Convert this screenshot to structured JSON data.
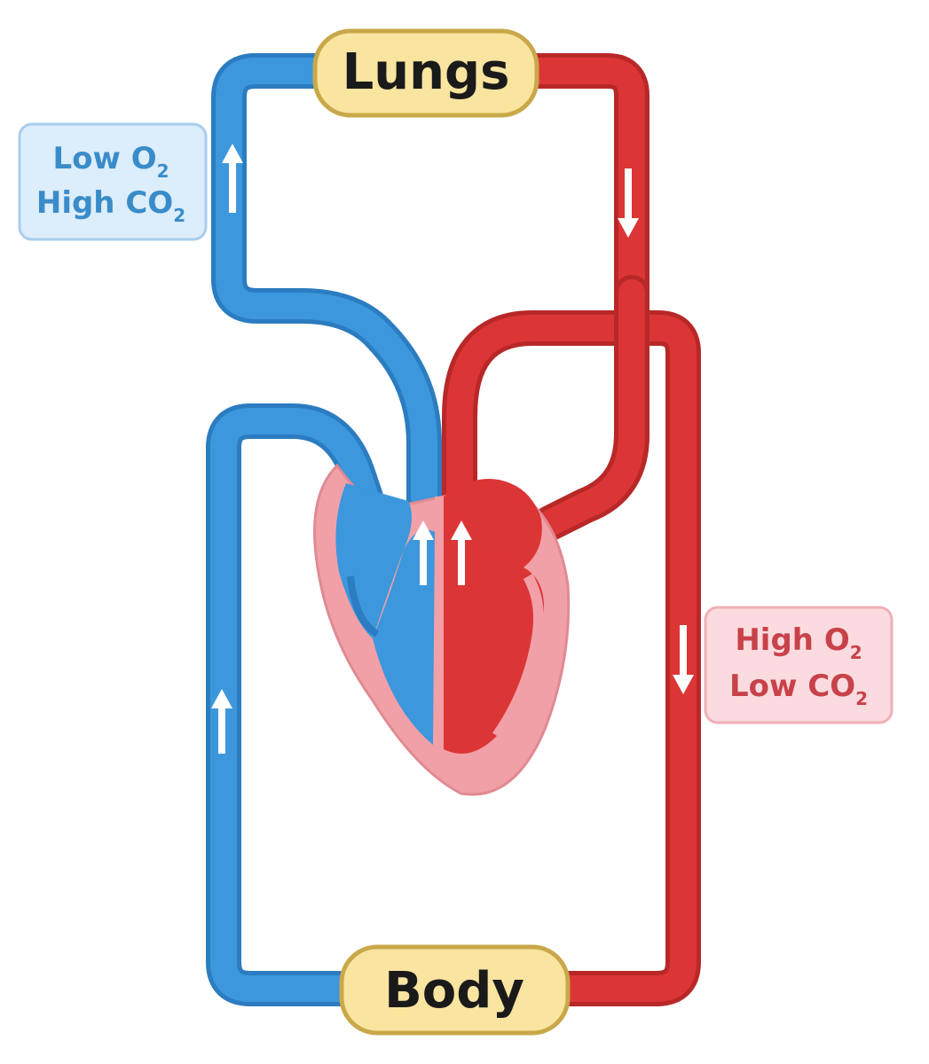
{
  "labels": {
    "lungs": "Lungs",
    "body": "Body"
  },
  "deoxygenated_box": {
    "line1_text": "Low O",
    "line1_sub": "2",
    "line2_text": "High CO",
    "line2_sub": "2"
  },
  "oxygenated_box": {
    "line1_text": "High O",
    "line1_sub": "2",
    "line2_text": "Low CO",
    "line2_sub": "2"
  },
  "colors": {
    "deoxygenated_blood": "#3d97dc",
    "deoxygenated_outline": "#2b7cc0",
    "oxygenated_blood": "#dc3535",
    "oxygenated_outline": "#b82828",
    "heart_wall": "#f2a0a8",
    "pill_fill": "#f9e4a0",
    "pill_outline": "#c9a84a",
    "blue_box_fill": "#dcedfb",
    "blue_box_text": "#3a8cc9",
    "red_box_fill": "#fbdbdf",
    "red_box_text": "#c8424a"
  }
}
